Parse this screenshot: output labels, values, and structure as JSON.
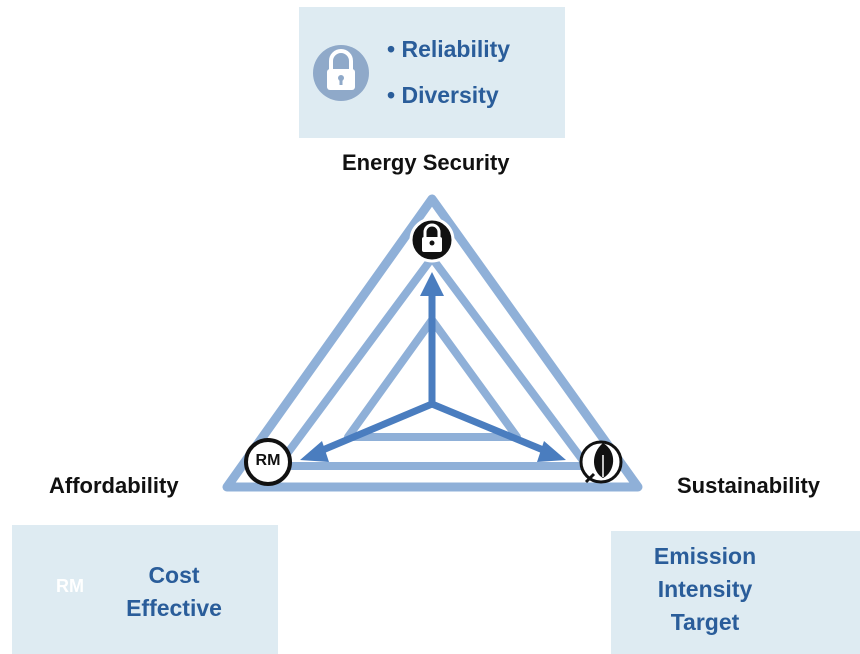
{
  "security": {
    "label": "Energy Security",
    "bullets": [
      "Reliability",
      "Diversity"
    ],
    "icon": "lock-icon"
  },
  "affordability": {
    "label": "Affordability",
    "box_lines": [
      "Cost",
      "Effective"
    ],
    "icon": "rm-icon",
    "icon_text": "RM"
  },
  "sustainability": {
    "label": "Sustainability",
    "box_lines": [
      "Emission",
      "Intensity",
      "Target"
    ],
    "icon": "leaf-plug-icon"
  },
  "colors": {
    "triangle": "#8fb0d8",
    "arrow": "#4a7dbf",
    "box_fill": "#deebf2",
    "box_text": "#2a5d9a",
    "icon_light": "#8fa9c9"
  }
}
